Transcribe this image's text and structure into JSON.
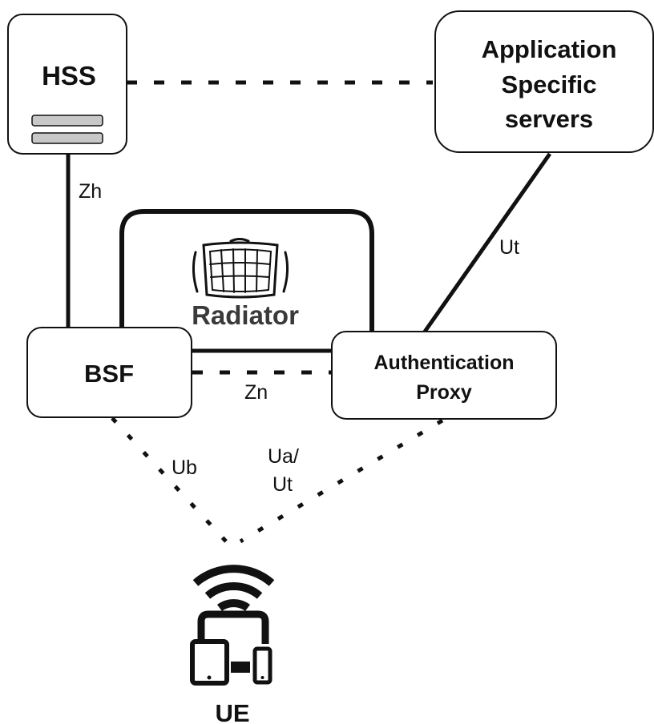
{
  "nodes": {
    "hss": {
      "label": "HSS"
    },
    "app_servers": {
      "lines": [
        "Application",
        "Specific",
        "servers"
      ]
    },
    "bsf": {
      "label": "BSF"
    },
    "auth_proxy": {
      "lines": [
        "Authentication",
        "Proxy"
      ]
    },
    "radiator": {
      "logo_text": "Radiator"
    },
    "ue": {
      "label": "UE"
    }
  },
  "edges": {
    "zh": "Zh",
    "ut": "Ut",
    "zn": "Zn",
    "ub": "Ub",
    "ua_ut": [
      "Ua/",
      "Ut"
    ]
  },
  "icons": [
    "server-icon",
    "wifi-icon",
    "devices-icon",
    "radiator-logo-icon"
  ]
}
